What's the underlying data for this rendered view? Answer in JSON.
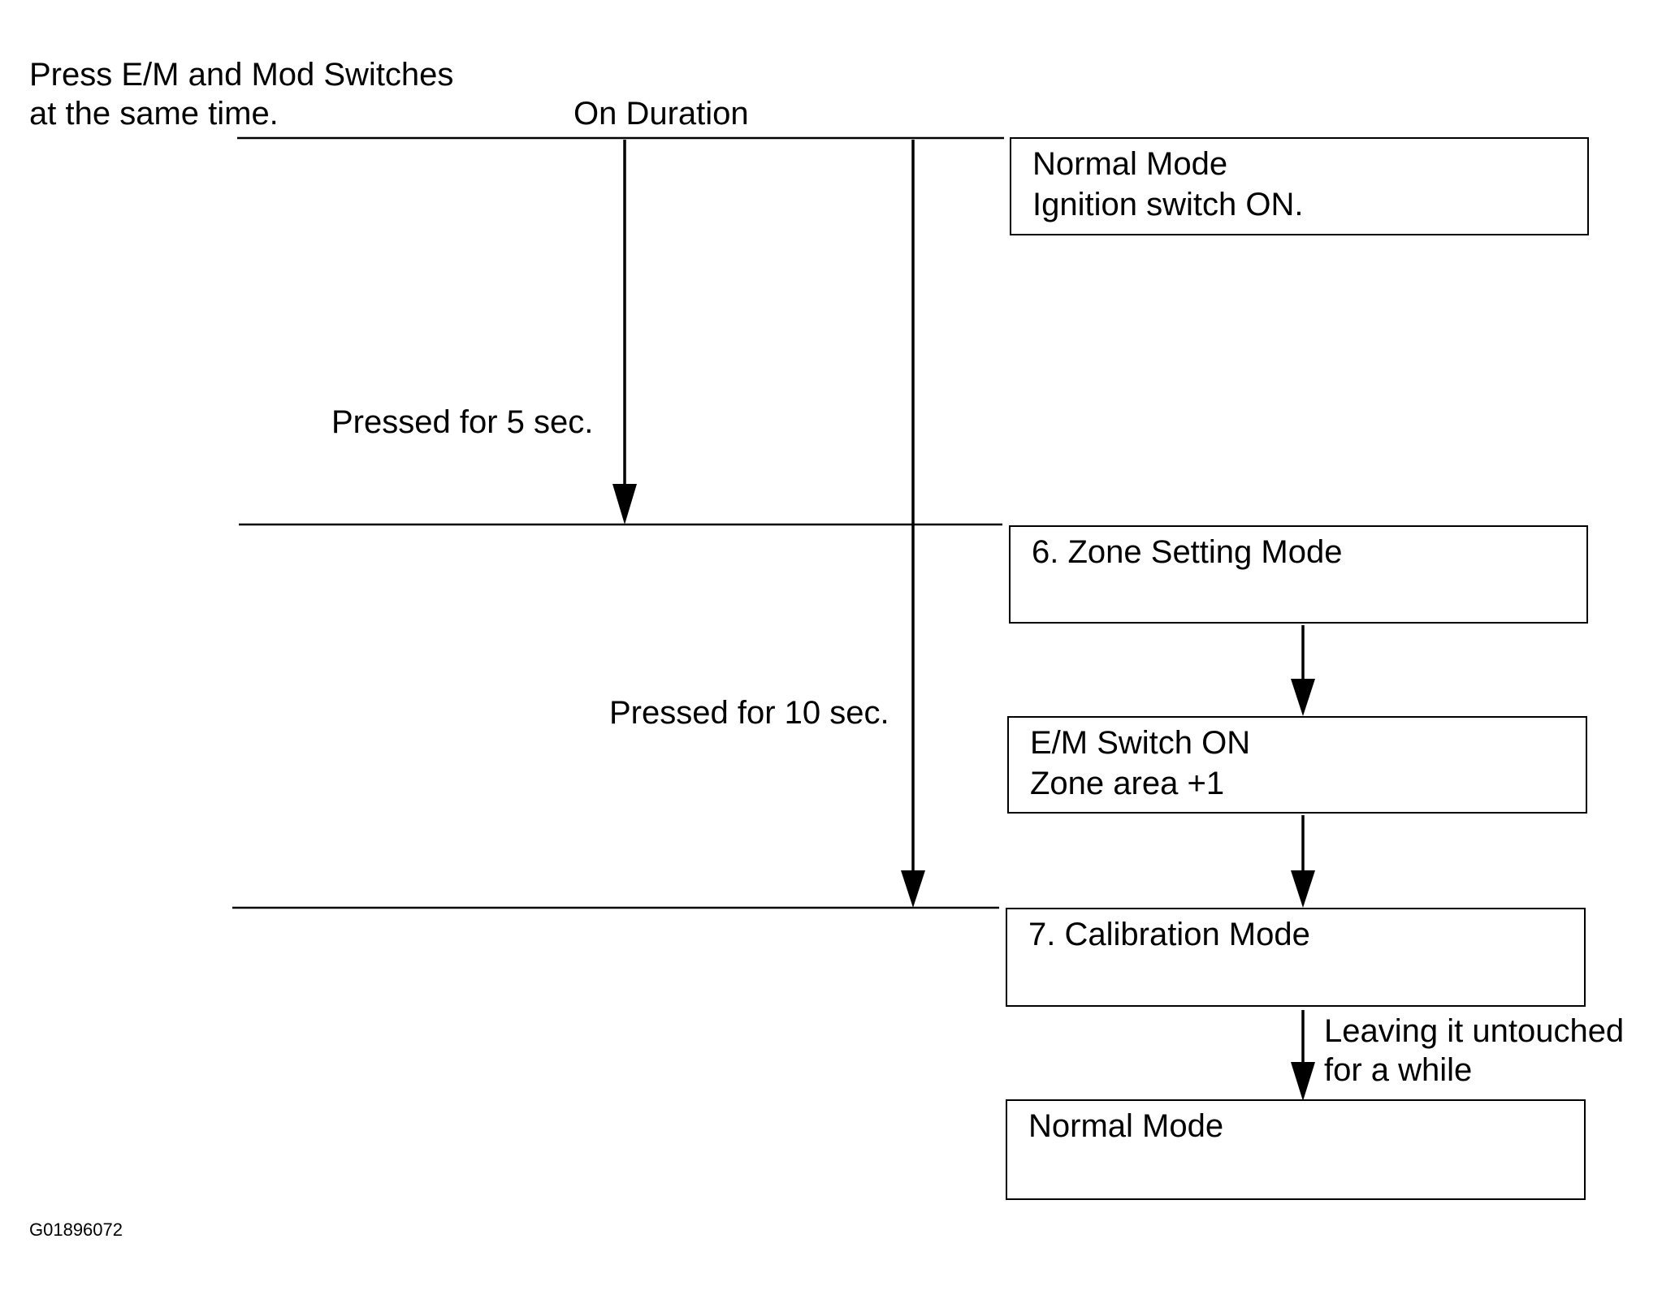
{
  "labels": {
    "instruction_line1": "Press E/M and Mod Switches",
    "instruction_line2": "at the same time.",
    "on_duration": "On Duration",
    "pressed_5": "Pressed for 5 sec.",
    "pressed_10": "Pressed for 10 sec.",
    "untouched_line1": "Leaving it untouched",
    "untouched_line2": "for a while"
  },
  "boxes": {
    "normal_start": {
      "line1": "Normal Mode",
      "line2": "Ignition switch ON."
    },
    "zone_setting": {
      "line1": "6. Zone Setting Mode"
    },
    "em_switch": {
      "line1": "E/M Switch ON",
      "line2": "Zone area +1"
    },
    "calibration": {
      "line1": "7. Calibration Mode"
    },
    "normal_end": {
      "line1": "Normal Mode"
    }
  },
  "figure_code": "G01896072"
}
